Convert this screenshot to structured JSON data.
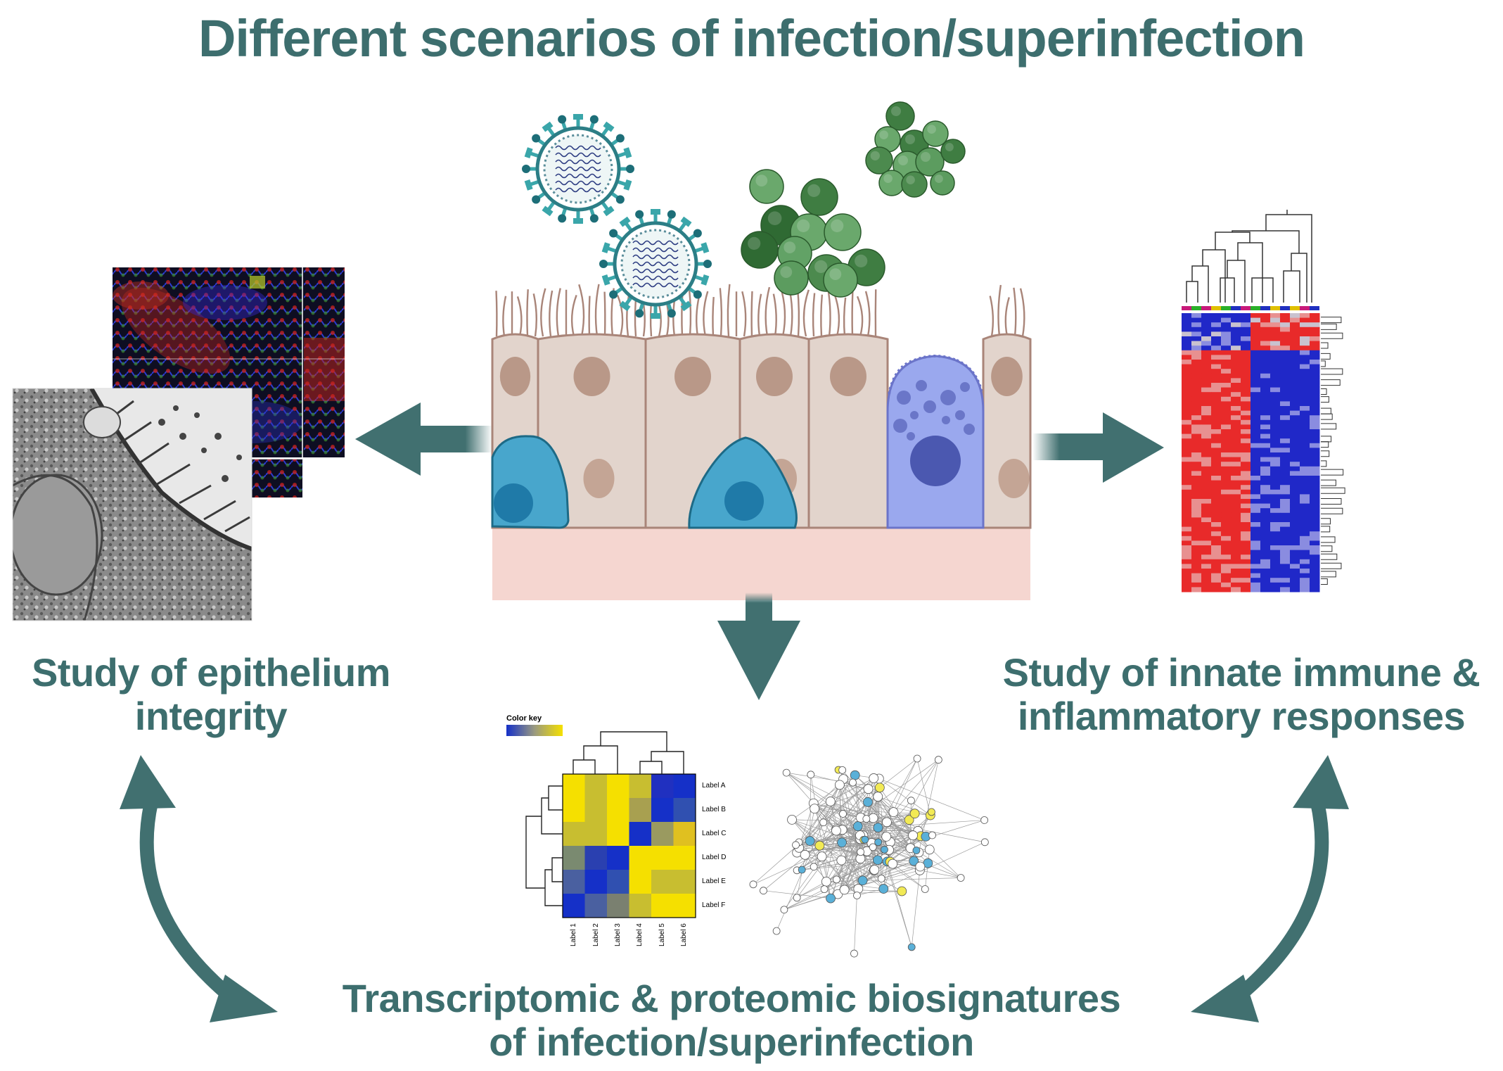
{
  "title": "Different scenarios of infection/superinfection",
  "labels": {
    "epithelium": [
      "Study of epithelium",
      "integrity"
    ],
    "immune": [
      "Study of innate immune &",
      "inflammatory responses"
    ],
    "omics": [
      "Transcriptomic & proteomic biosignatures",
      "of infection/superinfection"
    ]
  },
  "heatmap_small": {
    "color_key": "Color key",
    "row_labels": [
      "Label A",
      "Label B",
      "Label C",
      "Label D",
      "Label E",
      "Label F"
    ],
    "col_labels": [
      "Label 1",
      "Label 2",
      "Label 3",
      "Label 4",
      "Label 5",
      "Label 6"
    ]
  },
  "colors": {
    "text": "#3d6e6e",
    "arrow": "#417070",
    "cell": "#e2d4cc",
    "cell_outline": "#a98579",
    "nucleus": "#b99888",
    "basal_cell": "#48a6cc",
    "goblet_cell": "#9aa8ee",
    "basement": "#f5d6d0",
    "virus": "#3aa6aa",
    "bacteria": "#4c8a4e"
  }
}
